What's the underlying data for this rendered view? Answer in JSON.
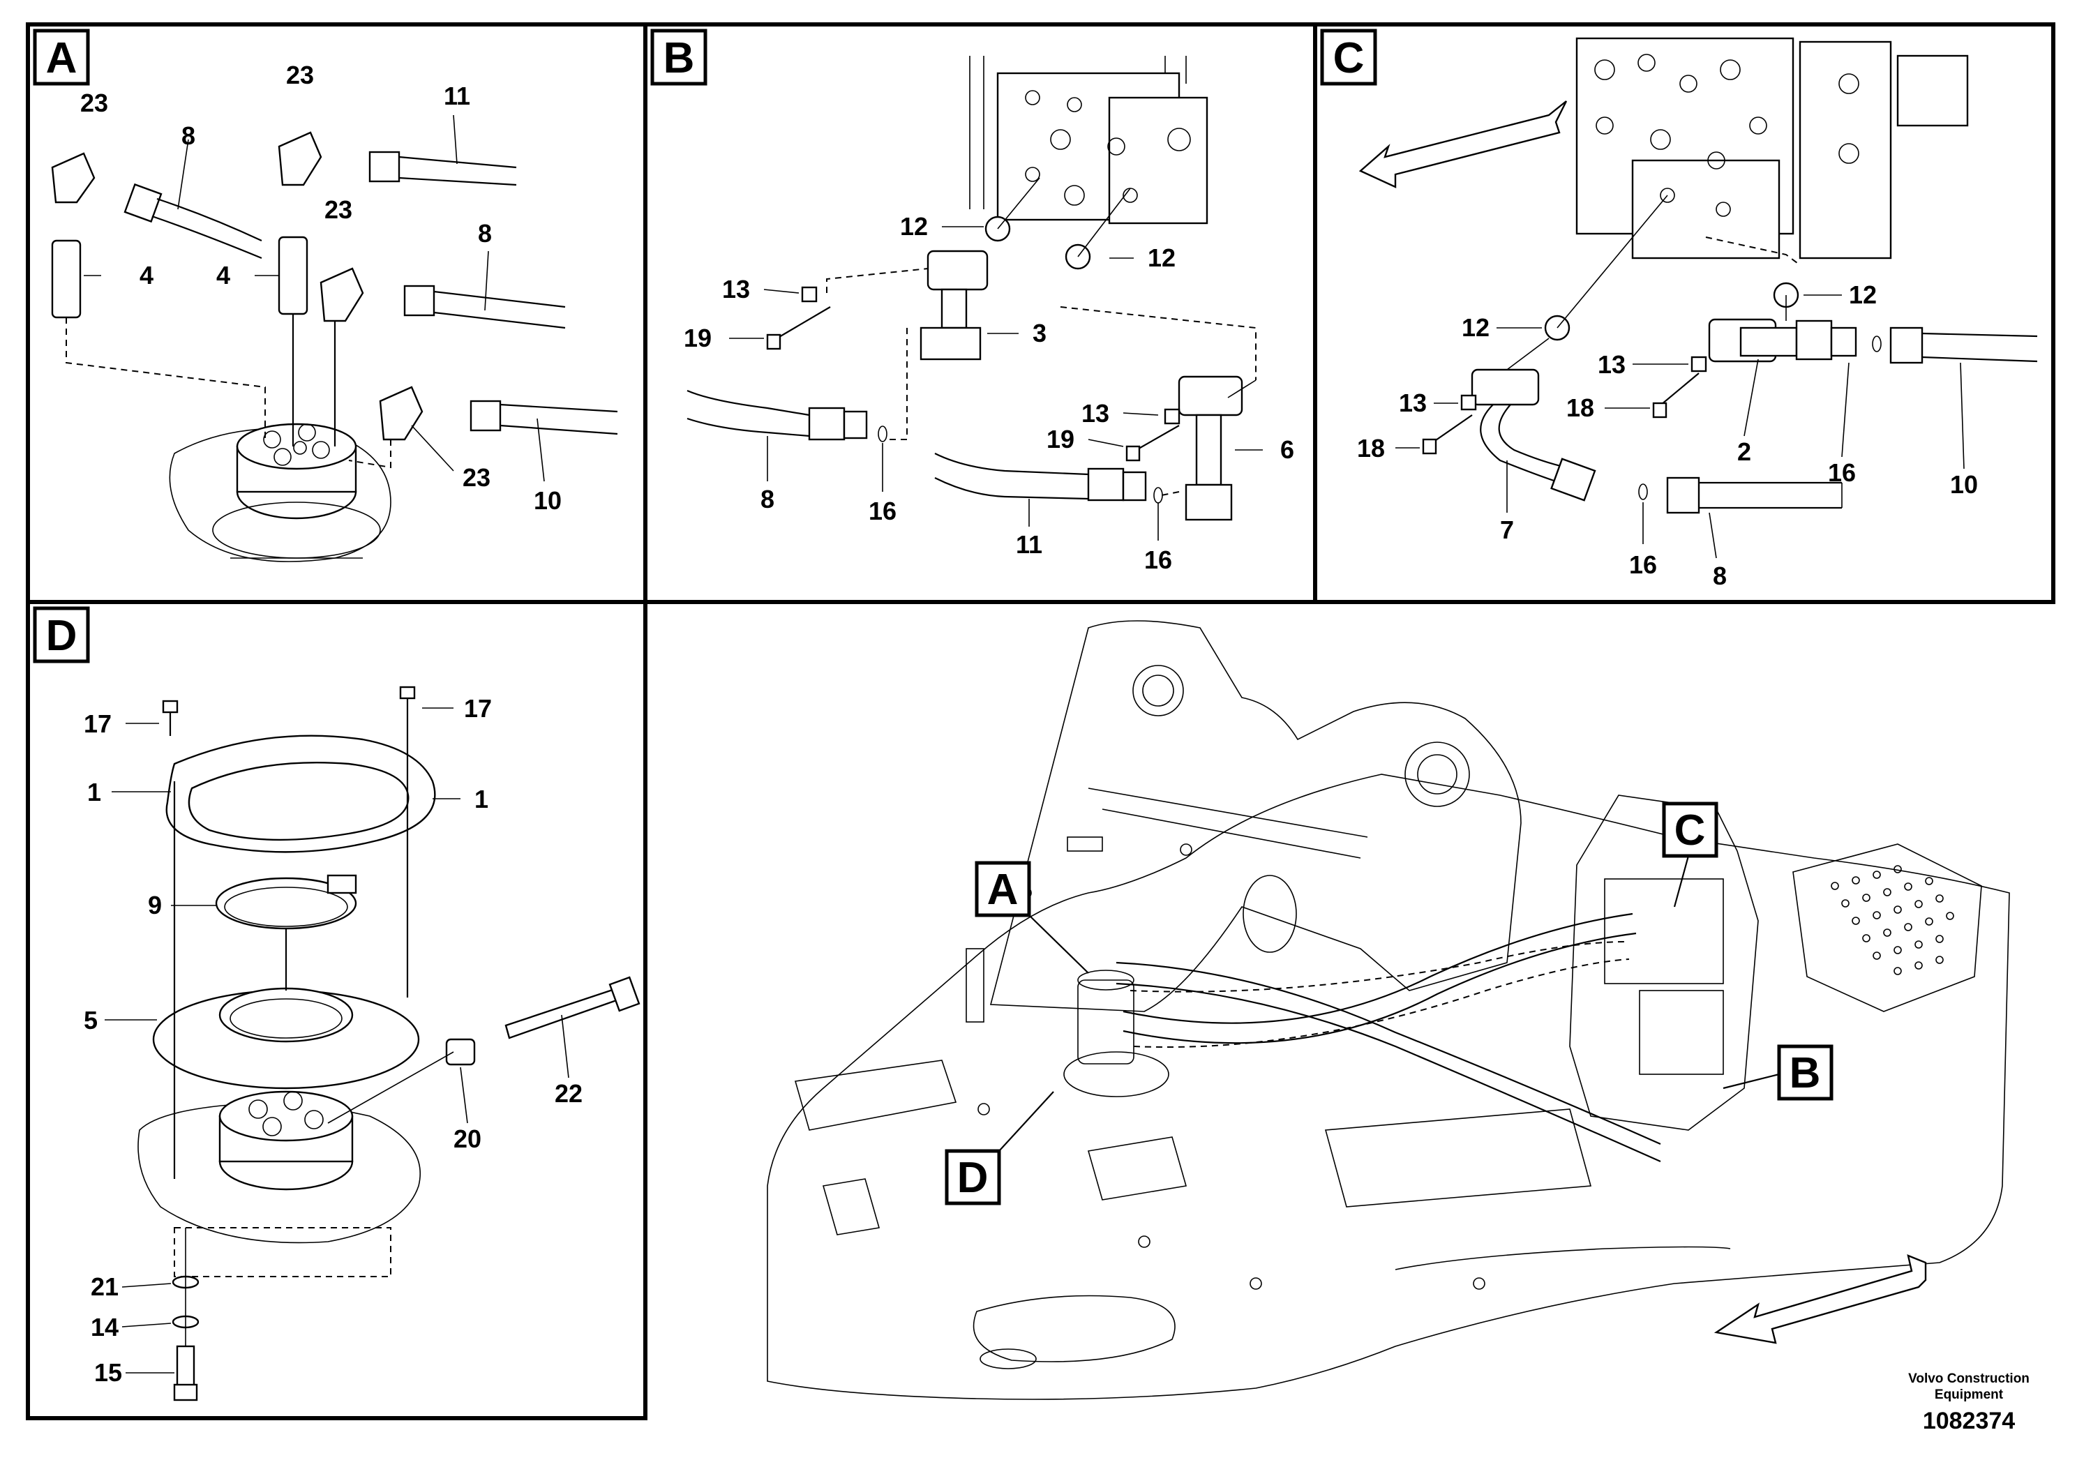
{
  "panels": {
    "A": {
      "letter": "A",
      "labels": [
        "23",
        "8",
        "23",
        "11",
        "4",
        "4",
        "23",
        "8",
        "23",
        "10"
      ]
    },
    "B": {
      "letter": "B",
      "labels": [
        "12",
        "12",
        "13",
        "3",
        "19",
        "13",
        "19",
        "6",
        "8",
        "16",
        "11",
        "16"
      ]
    },
    "C": {
      "letter": "C",
      "labels": [
        "12",
        "12",
        "13",
        "13",
        "18",
        "18",
        "2",
        "16",
        "10",
        "7",
        "16",
        "8"
      ]
    },
    "D": {
      "letter": "D",
      "labels": [
        "17",
        "17",
        "1",
        "1",
        "9",
        "5",
        "22",
        "20",
        "21",
        "14",
        "15"
      ]
    }
  },
  "overview": {
    "callouts": [
      "A",
      "C",
      "B",
      "D"
    ]
  },
  "footer": {
    "company_line1": "Volvo Construction",
    "company_line2": "Equipment",
    "doc_number": "1082374"
  }
}
